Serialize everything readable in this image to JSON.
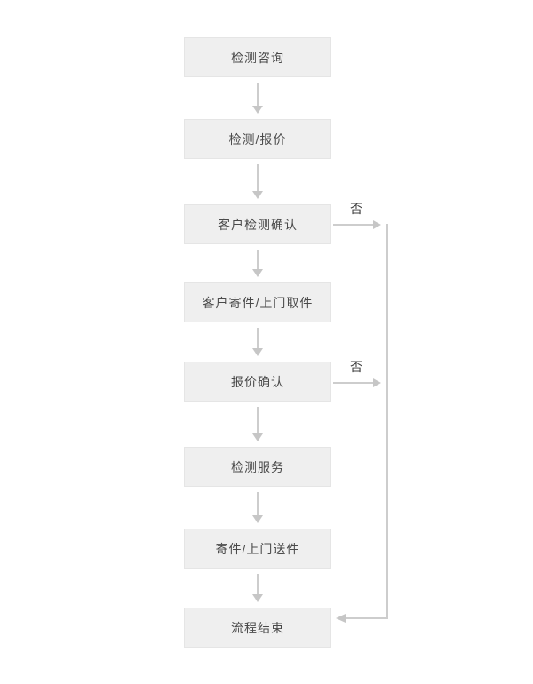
{
  "flow": {
    "nodes": [
      {
        "label": "检测咨询"
      },
      {
        "label": "检测/报价"
      },
      {
        "label": "客户检测确认"
      },
      {
        "label": "客户寄件/上门取件"
      },
      {
        "label": "报价确认"
      },
      {
        "label": "检测服务"
      },
      {
        "label": "寄件/上门送件"
      },
      {
        "label": "流程结束"
      }
    ],
    "branch_labels": [
      "否",
      "否"
    ],
    "colors": {
      "background": "#ffffff",
      "box_fill": "#efefef",
      "box_border": "#e5e5e5",
      "box_text": "#4a4a4a",
      "arrow_line": "#cdcdcd",
      "arrow_head": "#c6c6c6",
      "branch_label_text": "#3f3f3f"
    }
  }
}
